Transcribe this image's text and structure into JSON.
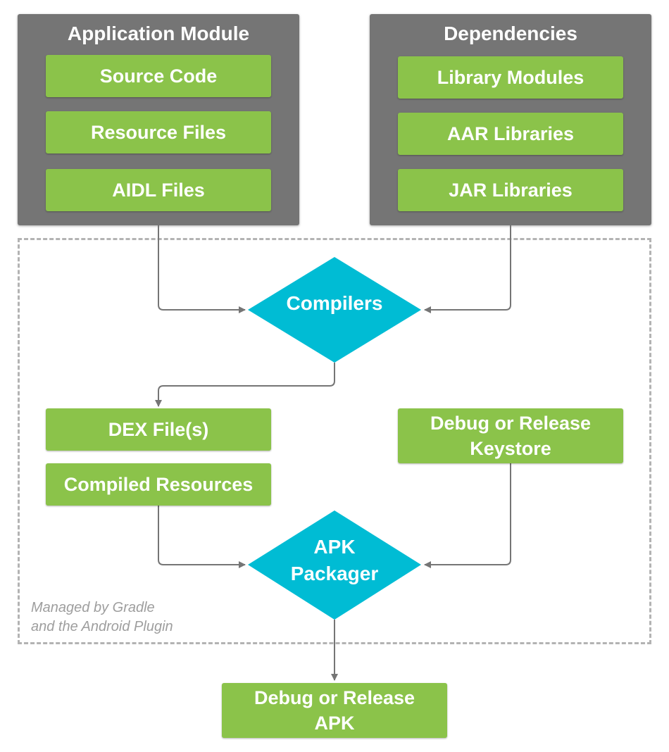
{
  "app_module": {
    "title": "Application Module",
    "items": [
      "Source Code",
      "Resource Files",
      "AIDL Files"
    ]
  },
  "dependencies": {
    "title": "Dependencies",
    "items": [
      "Library Modules",
      "AAR Libraries",
      "JAR Libraries"
    ]
  },
  "compilers": {
    "label": "Compilers"
  },
  "dex": {
    "label": "DEX File(s)"
  },
  "compiled_resources": {
    "label": "Compiled Resources"
  },
  "keystore": {
    "line1": "Debug or Release",
    "line2": "Keystore"
  },
  "packager": {
    "line1": "APK",
    "line2": "Packager"
  },
  "managed_note": {
    "line1": "Managed by Gradle",
    "line2": "and the Android Plugin"
  },
  "output": {
    "line1": "Debug or Release",
    "line2": "APK"
  },
  "colors": {
    "panel": "#757575",
    "green": "#8bc34a",
    "diamond": "#00bcd4",
    "arrow": "#757575",
    "dashed": "#b3b3b3",
    "note": "#9e9e9e"
  }
}
